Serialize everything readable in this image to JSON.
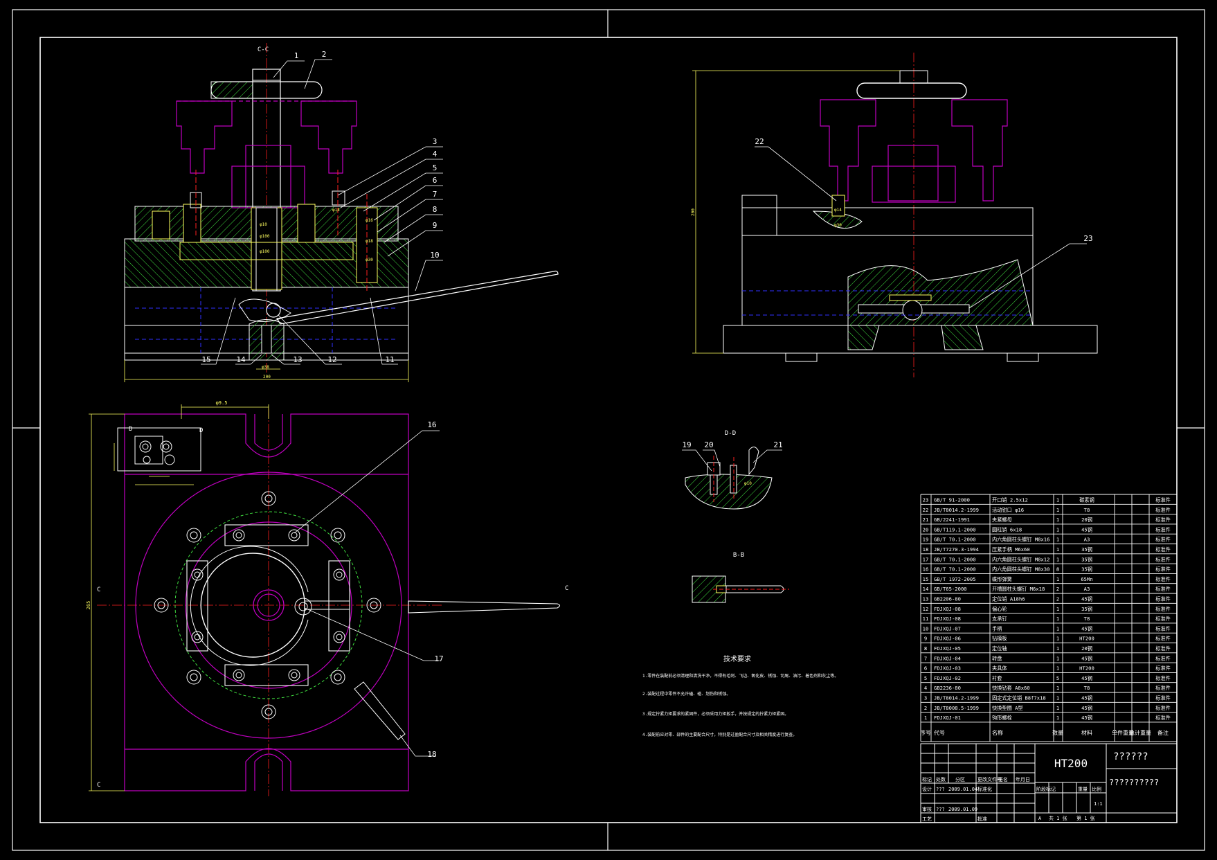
{
  "views": {
    "section_cc": {
      "title": "C-C",
      "balloons": [
        "1",
        "2",
        "3",
        "4",
        "5",
        "6",
        "7",
        "8",
        "9",
        "10",
        "11",
        "12",
        "13",
        "14",
        "15"
      ],
      "dims": {
        "d1": "φ10",
        "d2": "φ100",
        "d3": "φ100",
        "d4": "φ14",
        "d5": "φ16",
        "d6": "φ18",
        "d7": "φ30",
        "d8": "φ38",
        "d9": "200"
      }
    },
    "side": {
      "balloons": [
        "22",
        "23"
      ],
      "dims": {
        "height": "200",
        "d1": "φ14",
        "d2": "φ30"
      }
    },
    "plan": {
      "balloons": [
        "16",
        "17",
        "18"
      ],
      "dims": {
        "top": "φ9.5",
        "left": "265"
      },
      "section_marks": {
        "c_left": "C",
        "c_right": "C",
        "c_bottom": "C",
        "d_left": "D",
        "d_right": "D"
      }
    },
    "section_dd": {
      "title": "D-D",
      "balloons": [
        "19",
        "20",
        "21"
      ],
      "dim": "φ10"
    },
    "section_bb": {
      "title": "B-B"
    }
  },
  "tech_req": {
    "title": "技术要求",
    "lines": [
      "1.零件在装配前必须清理和清洗干净，不得有毛刺、飞边、氧化皮、锈蚀、切屑、油污、着色剂和灰尘等。",
      "2.装配过程中零件不允许磕、碰、划伤和锈蚀。",
      "3.规定拧紧力矩要求的紧固件，必须采用力矩扳手，并按规定的拧紧力矩紧固。",
      "4.装配前应对零、部件的主要配合尺寸，特别是过盈配合尺寸及相关精度进行复查。"
    ]
  },
  "bom": {
    "headers": [
      "序号",
      "代号",
      "名称",
      "数量",
      "材料",
      "单件重量",
      "总计重量",
      "备注"
    ],
    "rows": [
      [
        "23",
        "GB/T 91-2000",
        "开口销 2.5x12",
        "1",
        "碳素钢",
        "",
        "",
        "标准件"
      ],
      [
        "22",
        "JB/T8014.2-1999",
        "活动钳口 φ16",
        "1",
        "T8",
        "",
        "",
        "标准件"
      ],
      [
        "21",
        "GB/2241-1991",
        "夹紧螺母",
        "1",
        "20钢",
        "",
        "",
        "标准件"
      ],
      [
        "20",
        "GB/T119.1-2000",
        "圆柱销 6x18",
        "1",
        "45钢",
        "",
        "",
        "标准件"
      ],
      [
        "19",
        "GB/T 70.1-2000",
        "内六角圆柱头螺钉 M8x16",
        "1",
        "A3",
        "",
        "",
        "标准件"
      ],
      [
        "18",
        "JB/T7270.3-1994",
        "压紧手柄 M6x60",
        "1",
        "35钢",
        "",
        "",
        "标准件"
      ],
      [
        "17",
        "GB/T 70.1-2000",
        "内六角圆柱头螺钉 M8x12",
        "1",
        "35钢",
        "",
        "",
        "标准件"
      ],
      [
        "16",
        "GB/T 70.1-2000",
        "内六角圆柱头螺钉 M8x30",
        "8",
        "35钢",
        "",
        "",
        "标准件"
      ],
      [
        "15",
        "GB/T 1972-2005",
        "碟形弹簧",
        "1",
        "65Mn",
        "",
        "",
        "标准件"
      ],
      [
        "14",
        "GB/T65-2000",
        "开槽圆柱头螺钉 M6x18",
        "2",
        "A3",
        "",
        "",
        "标准件"
      ],
      [
        "13",
        "GB2206-80",
        "定位销 A18h6",
        "2",
        "45钢",
        "",
        "",
        "标准件"
      ],
      [
        "12",
        "FDJXQJ-08",
        "偏心轮",
        "1",
        "35钢",
        "",
        "",
        "标准件"
      ],
      [
        "11",
        "FDJXQJ-08",
        "支承钉",
        "1",
        "T8",
        "",
        "",
        "标准件"
      ],
      [
        "10",
        "FDJXQJ-07",
        "手柄",
        "1",
        "45钢",
        "",
        "",
        "标准件"
      ],
      [
        "9",
        "FDJXQJ-06",
        "钻模板",
        "1",
        "HT200",
        "",
        "",
        "标准件"
      ],
      [
        "8",
        "FDJXQJ-05",
        "定位轴",
        "1",
        "20钢",
        "",
        "",
        "标准件"
      ],
      [
        "7",
        "FDJXQJ-04",
        "转盘",
        "1",
        "45钢",
        "",
        "",
        "标准件"
      ],
      [
        "6",
        "FDJXQJ-03",
        "夹具体",
        "1",
        "HT200",
        "",
        "",
        "标准件"
      ],
      [
        "5",
        "FDJXQJ-02",
        "衬套",
        "5",
        "45钢",
        "",
        "",
        "标准件"
      ],
      [
        "4",
        "GB2236-80",
        "快换钻套 A8x60",
        "1",
        "T8",
        "",
        "",
        "标准件"
      ],
      [
        "3",
        "JB/T8014.2-1999",
        "固定式定位销 B8f7x18",
        "1",
        "45钢",
        "",
        "",
        "标准件"
      ],
      [
        "2",
        "JB/T8008.5-1999",
        "快换垫圈 A型",
        "1",
        "45钢",
        "",
        "",
        "标准件"
      ],
      [
        "1",
        "FDJXQJ-01",
        "钩形螺栓",
        "1",
        "45钢",
        "",
        "",
        "标准件"
      ]
    ]
  },
  "title_block": {
    "material": "HT200",
    "drawing_name": "??????",
    "drawing_no": "??????????",
    "labels": {
      "mark": "标记",
      "count": "处数",
      "zone": "分区",
      "change_no": "更改文件号",
      "sign": "签名",
      "date": "年月日",
      "design": "设计",
      "standard": "标准化",
      "review": "审核",
      "process": "工艺",
      "approve": "批准",
      "stage": "阶段标记",
      "weight": "重量",
      "scale_label": "比例",
      "sheets": "共 1 张",
      "sheet": "第 1 张",
      "a": "A"
    },
    "designer": "???",
    "date1": "2009.01.04",
    "date2": "2009.01.09",
    "reviewer": "???",
    "scale": "1:1"
  },
  "colors": {
    "background": "#000000",
    "frame": "#ffffff",
    "part": "#c000c0",
    "hatch": "#40e040",
    "centerline": "#ff2020",
    "dimension": "#ffff60",
    "hidden": "#3030ff"
  }
}
